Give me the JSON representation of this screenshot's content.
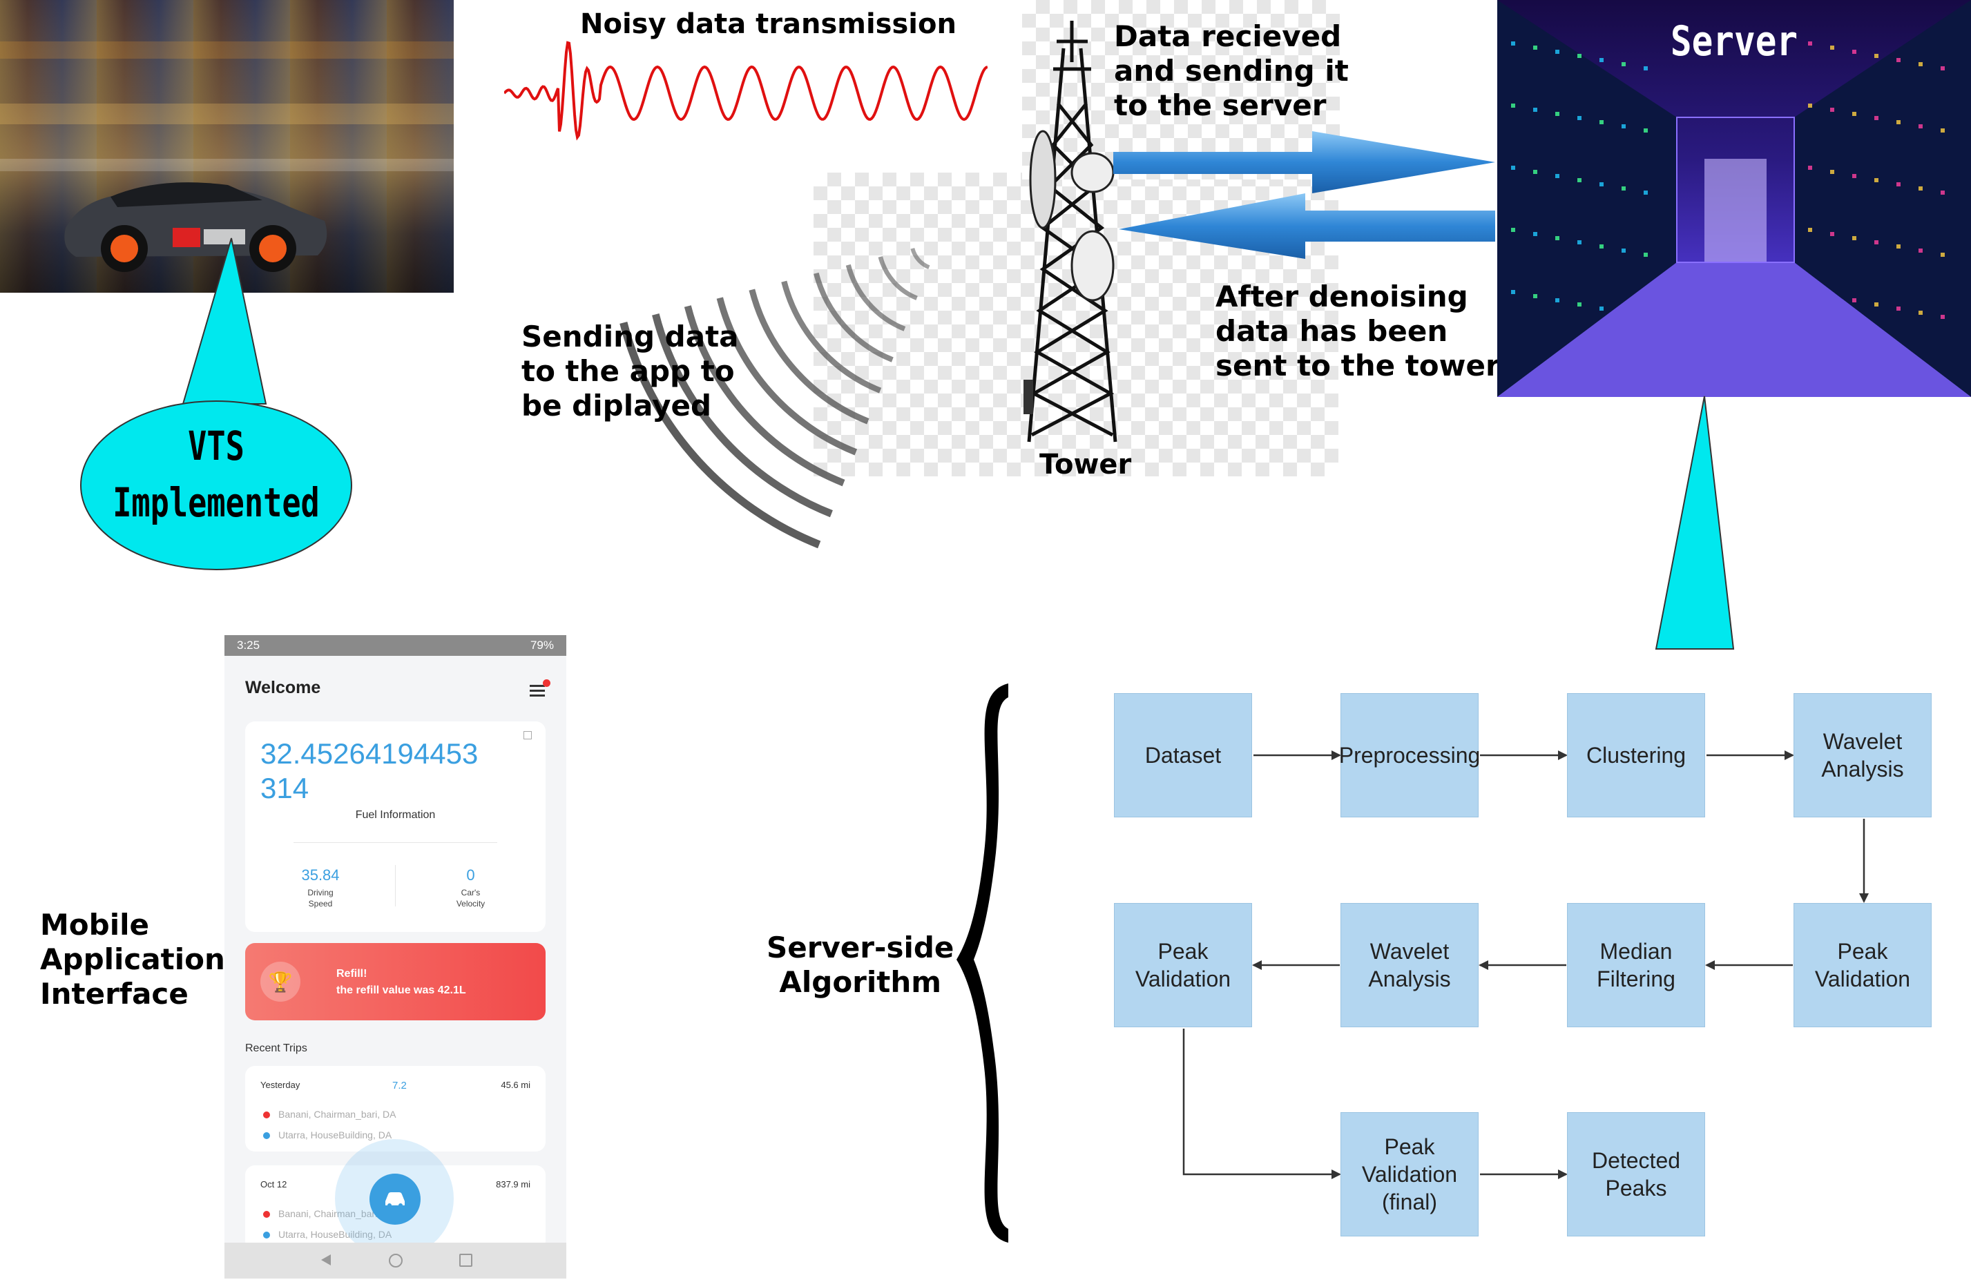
{
  "labels": {
    "noisy": "Noisy data transmission",
    "received": [
      "Data recieved",
      "and sending it",
      "to the server"
    ],
    "denoised": [
      "After denoising",
      "data has been",
      "sent to the tower"
    ],
    "sending": [
      "Sending data",
      "to the app to",
      "be diplayed"
    ],
    "tower": "Tower",
    "server": "Server",
    "vts": [
      "VTS",
      "Implemented"
    ],
    "mobile": [
      "Mobile",
      "Application",
      "Interface"
    ],
    "algorithm": [
      "Server-side",
      "Algorithm"
    ]
  },
  "flow": {
    "dataset": "Dataset",
    "preprocessing": "Preprocessing",
    "clustering": "Clustering",
    "wavelet1": [
      "Wavelet",
      "Analysis"
    ],
    "peak1": [
      "Peak",
      "Validation"
    ],
    "median": [
      "Median",
      "Filtering"
    ],
    "wavelet2": [
      "Wavelet",
      "Analysis"
    ],
    "peak2": [
      "Peak",
      "Validation"
    ],
    "peak_final": [
      "Peak",
      "Validation",
      "(final)"
    ],
    "detected": [
      "Detected",
      "Peaks"
    ]
  },
  "app": {
    "status_time": "3:25",
    "status_battery": "79%",
    "header": "Welcome",
    "fuel_value": [
      "32.45264194453",
      "314"
    ],
    "fuel_label": "Fuel Information",
    "speed_value": "35.84",
    "speed_label": [
      "Driving",
      "Speed"
    ],
    "velocity_value": "0",
    "velocity_label": [
      "Car's",
      "Velocity"
    ],
    "refill_title": "Refill!",
    "refill_text": "the refill value was 42.1L",
    "recent_title": "Recent Trips",
    "trips": [
      {
        "date": "Yesterday",
        "value": "7.2",
        "distance": "45.6 mi",
        "from": "Banani, Chairman_bari, DA",
        "to": "Utarra, HouseBuilding, DA"
      },
      {
        "date": "Oct 12",
        "value": "",
        "distance": "837.9 mi",
        "from": "Banani, Chairman_bari, DA",
        "to": "Utarra, HouseBuilding, DA"
      }
    ]
  },
  "colors": {
    "callout": "#00e8ee",
    "flow_box": "#b3d6f0",
    "wave": "#e01010",
    "arrow": "#2f86d6",
    "accent_blue": "#3a9fe0",
    "refill": "#f45a5a"
  }
}
